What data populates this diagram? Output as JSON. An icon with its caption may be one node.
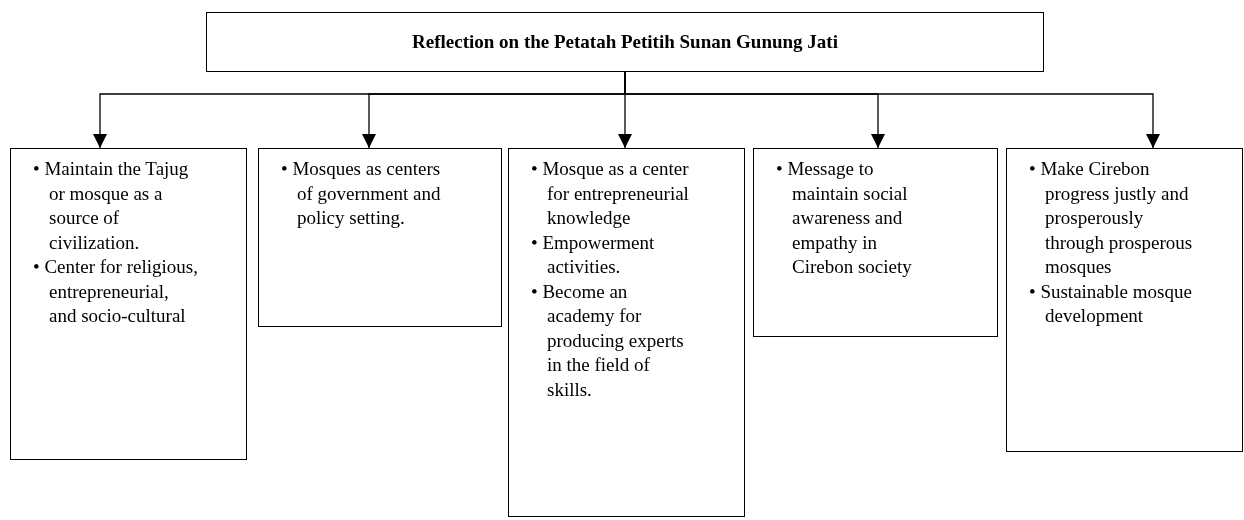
{
  "diagram": {
    "nodes": [
      {
        "text": [
          "Reflection on the Petatah Petitih Sunan Gunung Jati"
        ]
      },
      {
        "text": [
          "• Maintain the Tajug or mosque as a source of civilization.",
          "• Center for religious, entrepreneurial, and socio-cultural"
        ]
      },
      {
        "text": [
          "• Mosques as centers of government and policy setting."
        ]
      },
      {
        "text": [
          "• Mosque as a center for entrepreneurial knowledge",
          "• Empowerment activities.",
          "• Become an academy for producing experts in the field of skills."
        ]
      },
      {
        "text": [
          "• Message to maintain social awareness and empathy in Cirebon society"
        ]
      },
      {
        "text": [
          "• Make Cirebon progress justly and prosperously through prosperous mosques",
          "• Sustainable mosque development"
        ]
      }
    ],
    "edges": [
      {
        "from": 0,
        "to": 1,
        "arrow": "to"
      },
      {
        "from": 0,
        "to": 2,
        "arrow": "to"
      },
      {
        "from": 0,
        "to": 3,
        "arrow": "to"
      },
      {
        "from": 0,
        "to": 4,
        "arrow": "to"
      },
      {
        "from": 0,
        "to": 5,
        "arrow": "to"
      }
    ]
  }
}
